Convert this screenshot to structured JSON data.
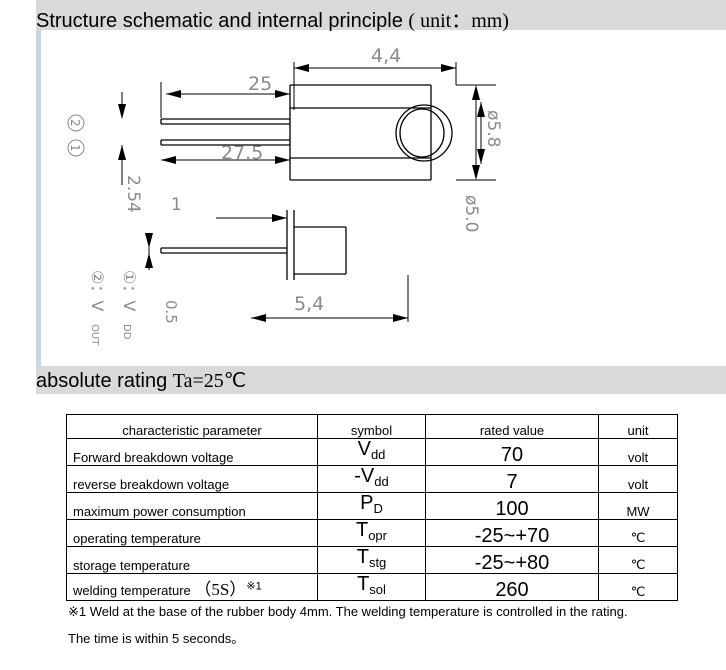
{
  "section1": {
    "title_main": "Structure schematic and internal principle",
    "title_unit": "( unit：mm)"
  },
  "diagram": {
    "dims": {
      "d_4_4": "4,4",
      "d_25": "25",
      "d_27_5": "27.5",
      "d_2_54": "2.54",
      "d_1": "1",
      "d_5_8": "ø5.8",
      "d_5_0": "ø5.0",
      "d_0_5": "0.5",
      "d_5_4": "5,4"
    },
    "pins": {
      "pin1": "1",
      "pin2": "2",
      "legend1": "①：V",
      "legend1_sub": "DD",
      "legend2": "②：V",
      "legend2_sub": "OUT"
    }
  },
  "section2": {
    "title": "absolute rating",
    "condition": "Ta=25℃"
  },
  "table": {
    "headers": [
      "characteristic parameter",
      "symbol",
      "rated value",
      "unit"
    ],
    "rows": [
      {
        "param": "Forward breakdown voltage",
        "sym": "V",
        "sub": "dd",
        "value": "70",
        "unit": "volt"
      },
      {
        "param": "reverse breakdown voltage",
        "sym": "-V",
        "sub": "dd",
        "value": "7",
        "unit": "volt"
      },
      {
        "param": "maximum power consumption",
        "sym": "P",
        "sub": "D",
        "value": "100",
        "unit": "MW"
      },
      {
        "param": "operating temperature",
        "sym": "T",
        "sub": "opr",
        "value": "-25~+70",
        "unit": "℃"
      },
      {
        "param": "storage temperature",
        "sym": "T",
        "sub": "stg",
        "value": "-25~+80",
        "unit": "℃"
      },
      {
        "param": "welding temperature",
        "param_extra": "（5S）",
        "param_note": "※1",
        "sym": "T",
        "sub": "sol",
        "value": "260",
        "unit": "℃"
      }
    ]
  },
  "notes": {
    "line1": "※1 Weld at the base of the rubber body 4mm. The welding temperature is controlled in the rating.",
    "line2": "The time is within 5 seconds。"
  }
}
